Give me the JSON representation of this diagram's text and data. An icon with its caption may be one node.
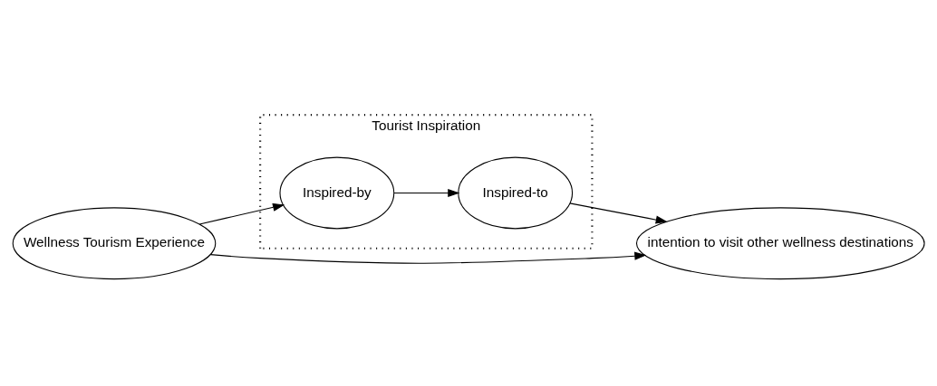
{
  "diagram": {
    "nodes": [
      {
        "text": [
          "Tourist Inspiration"
        ]
      },
      {
        "text": [
          "Inspired-by"
        ],
        "in": 0
      },
      {
        "text": [
          "Inspired-to"
        ],
        "in": 0
      },
      {
        "text": [
          "Wellness Tourism Experience"
        ]
      },
      {
        "text": [
          "intention to visit other wellness destinations"
        ]
      }
    ],
    "edges": [
      {
        "from": 3,
        "to": 1,
        "arrow": "to"
      },
      {
        "from": 1,
        "to": 2,
        "arrow": "to"
      },
      {
        "from": 2,
        "to": 4,
        "arrow": "to"
      },
      {
        "from": 3,
        "to": 4,
        "arrow": "to"
      }
    ]
  }
}
